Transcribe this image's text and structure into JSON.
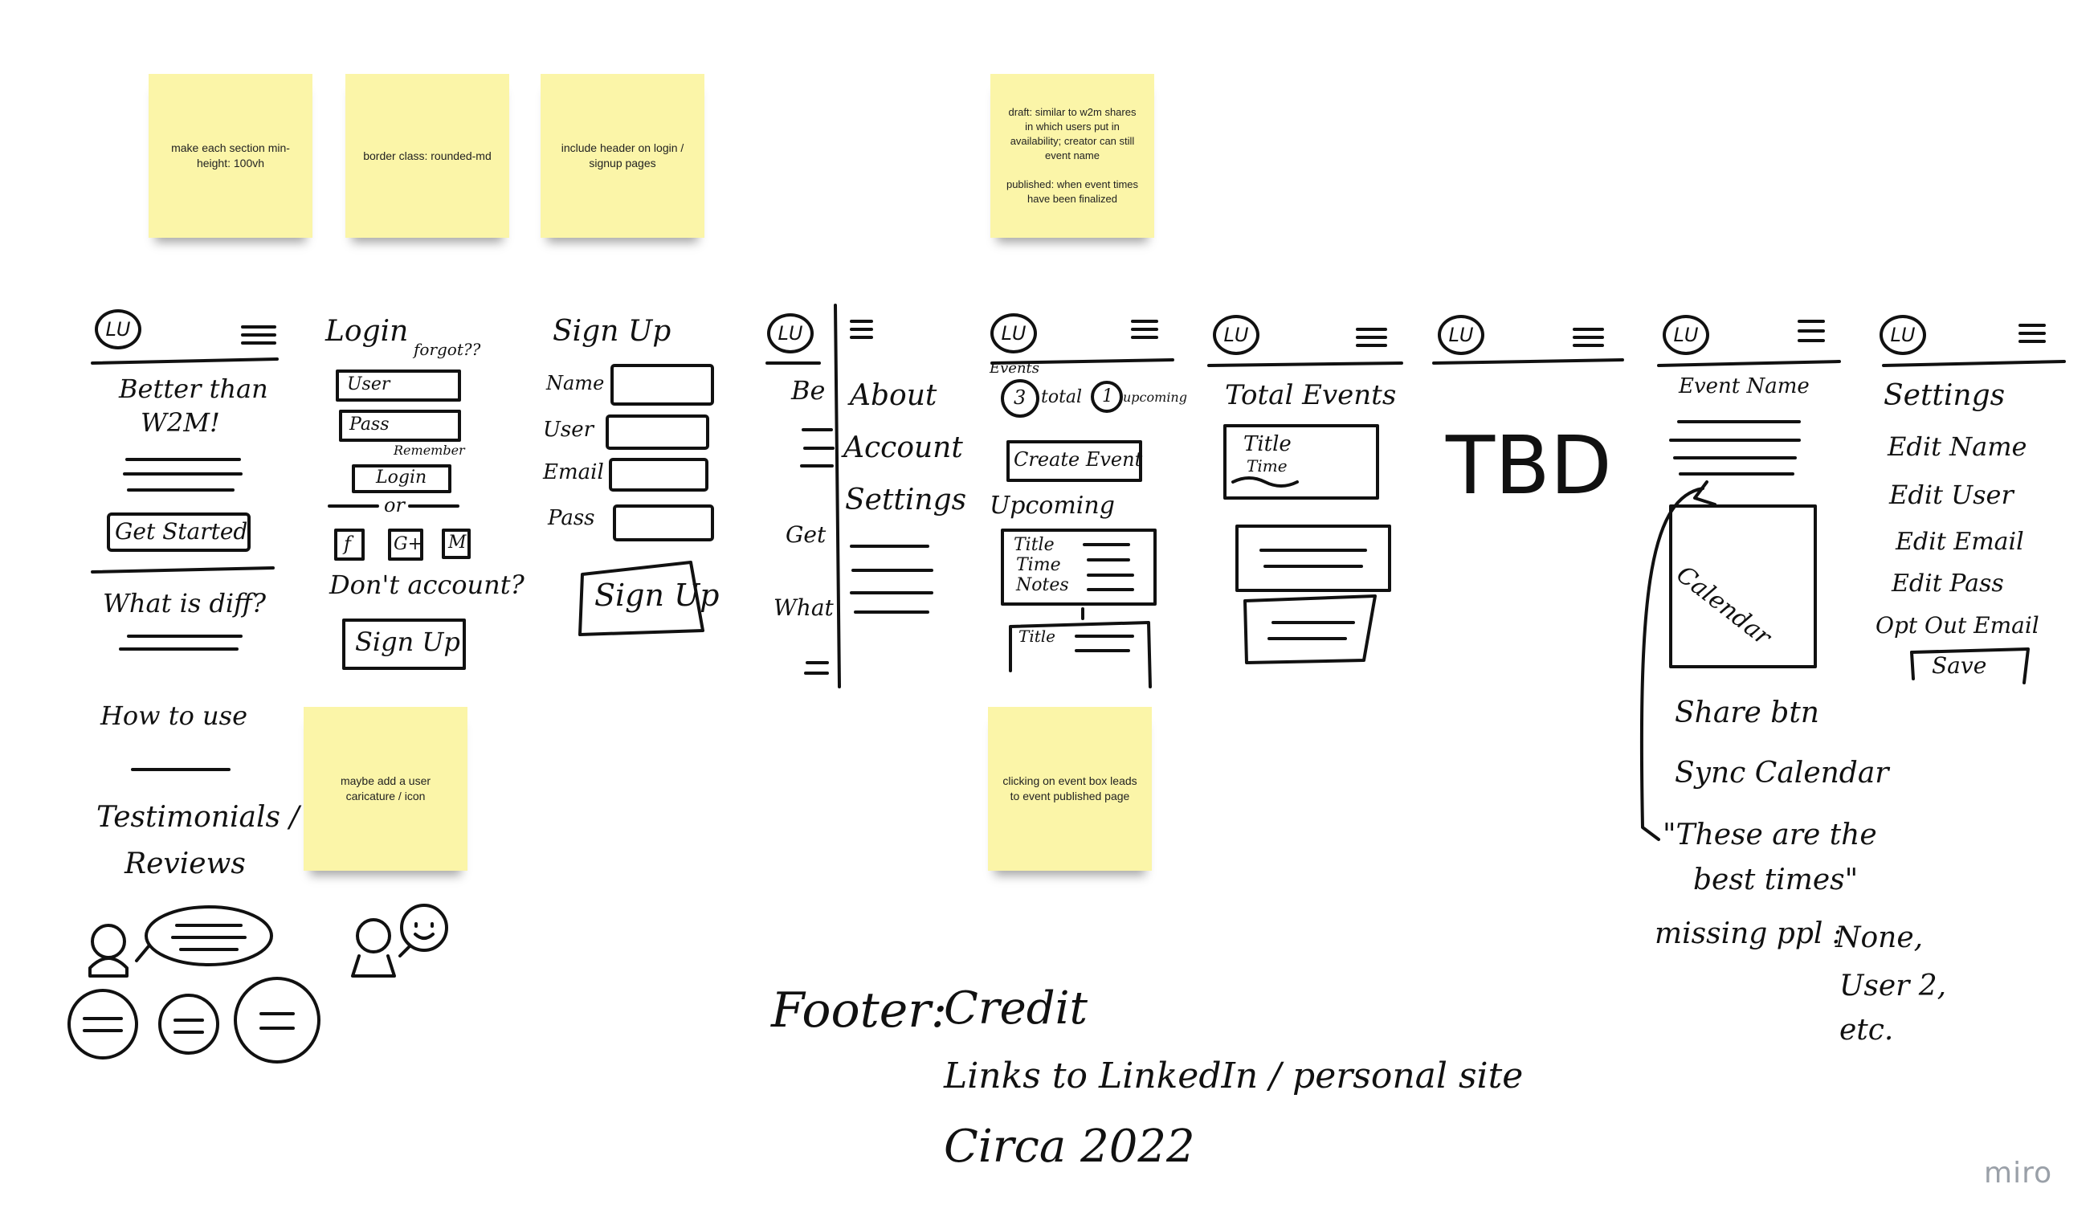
{
  "sticky_notes": [
    {
      "id": "n1",
      "text": "make each section min-height: 100vh"
    },
    {
      "id": "n2",
      "text": "border class: rounded-md"
    },
    {
      "id": "n3",
      "text": "include header on login / signup pages"
    },
    {
      "id": "n4",
      "text": "draft: similar to w2m shares in which users put in availability; creator can still event name\n\npublished: when event times have been finalized"
    },
    {
      "id": "n5",
      "text": "maybe add a user caricature / icon"
    },
    {
      "id": "n6",
      "text": "clicking on event box leads to event published page"
    }
  ],
  "landing": {
    "logo": "LU",
    "headline_1": "Better than",
    "headline_2": "W2M!",
    "cta": "Get Started",
    "diff": "What is diff?",
    "how": "How to use",
    "testimonials_1": "Testimonials /",
    "testimonials_2": "Reviews"
  },
  "login": {
    "title": "Login",
    "forgot": "forgot??",
    "user": "User",
    "pass": "Pass",
    "remember": "Remember",
    "login_btn": "Login",
    "or": "or",
    "social": [
      "f",
      "G+",
      "M"
    ],
    "no_account": "Don't account?",
    "signup_btn": "Sign Up"
  },
  "signup": {
    "title": "Sign Up",
    "fields": [
      "Name",
      "User",
      "Email",
      "Pass"
    ],
    "button": "Sign Up"
  },
  "menu": {
    "logo": "LU",
    "peek": [
      "Be",
      "Get",
      "What"
    ],
    "items": [
      "About",
      "Account",
      "Settings"
    ]
  },
  "dashboard": {
    "logo": "LU",
    "events_label": "Events",
    "total_count": "3",
    "total_label": "total",
    "upcoming_count": "1",
    "upcoming_label": "upcoming",
    "create": "Create Event",
    "upcoming_heading": "Upcoming",
    "card_lines": [
      "Title",
      "Time",
      "Notes"
    ],
    "card2_title": "Title"
  },
  "total_events": {
    "logo": "LU",
    "title": "Total Events",
    "card_title": "Title",
    "card_sub": "Time"
  },
  "tbd": {
    "logo": "LU",
    "text": "TBD"
  },
  "event_page": {
    "logo": "LU",
    "title": "Event Name",
    "calendar": "Calendar",
    "share": "Share btn",
    "sync": "Sync Calendar",
    "quote_1": "\"These are the",
    "quote_2": "best times\"",
    "missing_label": "missing ppl :",
    "missing_1": "None,",
    "missing_2": "User 2,",
    "missing_3": "etc."
  },
  "settings": {
    "logo": "LU",
    "title": "Settings",
    "items": [
      "Edit Name",
      "Edit User",
      "Edit Email",
      "Edit Pass",
      "Opt Out Email"
    ],
    "save": "Save"
  },
  "footer": {
    "label": "Footer:",
    "credit": "Credit",
    "links": "Links to LinkedIn / personal site",
    "circa": "Circa 2022"
  },
  "watermark": "miro"
}
